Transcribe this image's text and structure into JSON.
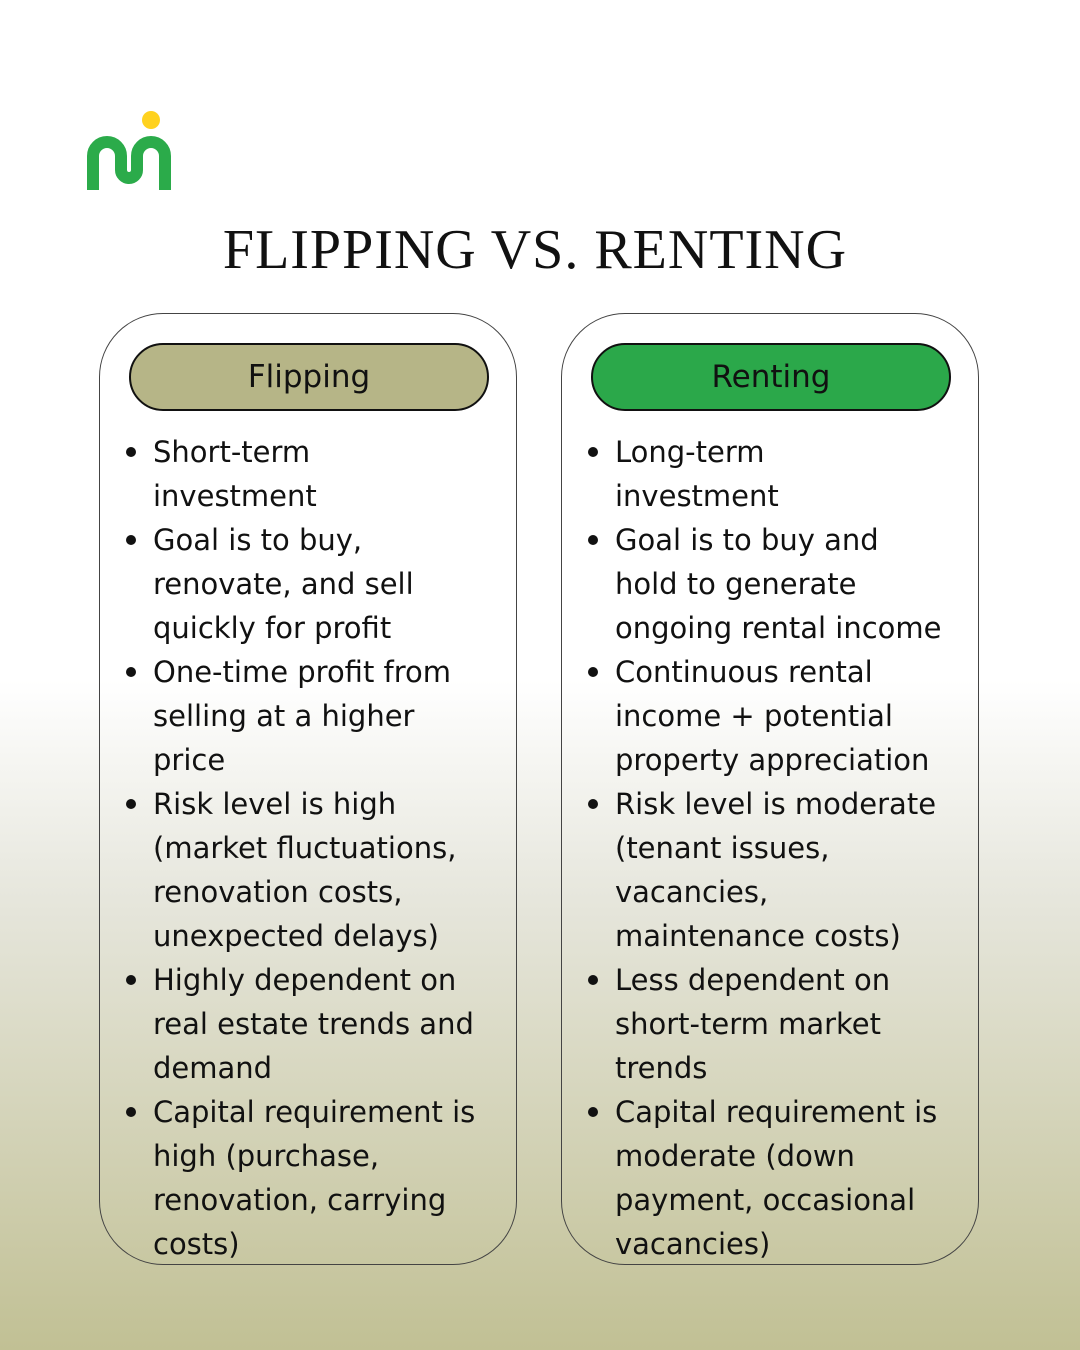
{
  "title": "FLIPPING VS. RENTING",
  "colors": {
    "flipping_accent": "#b6b587",
    "renting_accent": "#2ba84a",
    "logo_green": "#2bab4a",
    "logo_yellow": "#ffd21f"
  },
  "columns": [
    {
      "label": "Flipping",
      "items": [
        "Short-term\ninvestment",
        "Goal is to buy,\nrenovate, and sell\nquickly for profit",
        "One-time profit from\nselling at a higher\nprice",
        "Risk level is high\n(market fluctuations,\nrenovation costs,\nunexpected delays)",
        "Highly dependent on\nreal estate trends and\ndemand",
        "Capital requirement is\nhigh (purchase,\nrenovation, carrying\ncosts)"
      ]
    },
    {
      "label": "Renting",
      "items": [
        "Long-term\ninvestment",
        "Goal is to buy and\nhold to generate\nongoing rental income",
        "Continuous rental\nincome + potential\nproperty appreciation",
        "Risk level is moderate\n(tenant issues,\nvacancies,\nmaintenance costs)",
        "Less dependent on\nshort-term market\ntrends",
        "Capital requirement is\nmoderate (down\npayment, occasional\nvacancies)"
      ]
    }
  ]
}
